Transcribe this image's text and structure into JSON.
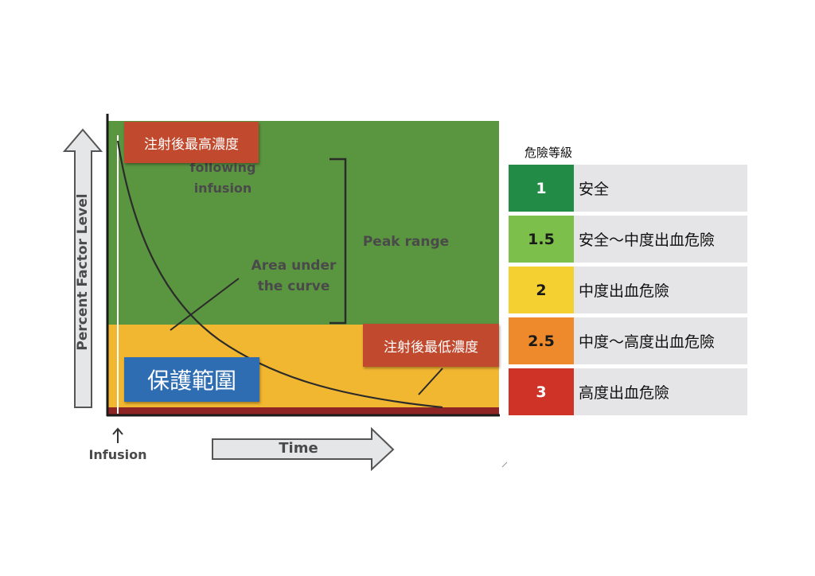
{
  "diagram": {
    "y_axis_label": "Percent Factor Level",
    "x_axis_label": "Time",
    "infusion_label": "Infusion",
    "following_infusion_label": "following\ninfusion",
    "area_under_curve_label": "Area under\nthe curve",
    "peak_range_label": "Peak range",
    "peak_concentration_label": "注射後最高濃度",
    "trough_concentration_label": "注射後最低濃度",
    "protection_range_label": "保護範圍",
    "colors": {
      "green_zone": "#5a9540",
      "yellow_zone": "#f2b731",
      "red_zone": "#8e2424",
      "curve": "#2b2b2b",
      "arrow_fill": "#e4e6e8",
      "arrow_stroke": "#555555"
    }
  },
  "risk_table": {
    "title": "危險等級",
    "rows": [
      {
        "level": "1",
        "description": "安全",
        "color": "#228b45",
        "text_color": "#ffffff"
      },
      {
        "level": "1.5",
        "description": "安全～中度出血危險",
        "color": "#7cc04b",
        "text_color": "#1a1a1a"
      },
      {
        "level": "2",
        "description": "中度出血危險",
        "color": "#f4d130",
        "text_color": "#1a1a1a"
      },
      {
        "level": "2.5",
        "description": "中度～高度出血危險",
        "color": "#ef8a2c",
        "text_color": "#1a1a1a"
      },
      {
        "level": "3",
        "description": "高度出血危險",
        "color": "#cf3328",
        "text_color": "#ffffff"
      }
    ]
  }
}
